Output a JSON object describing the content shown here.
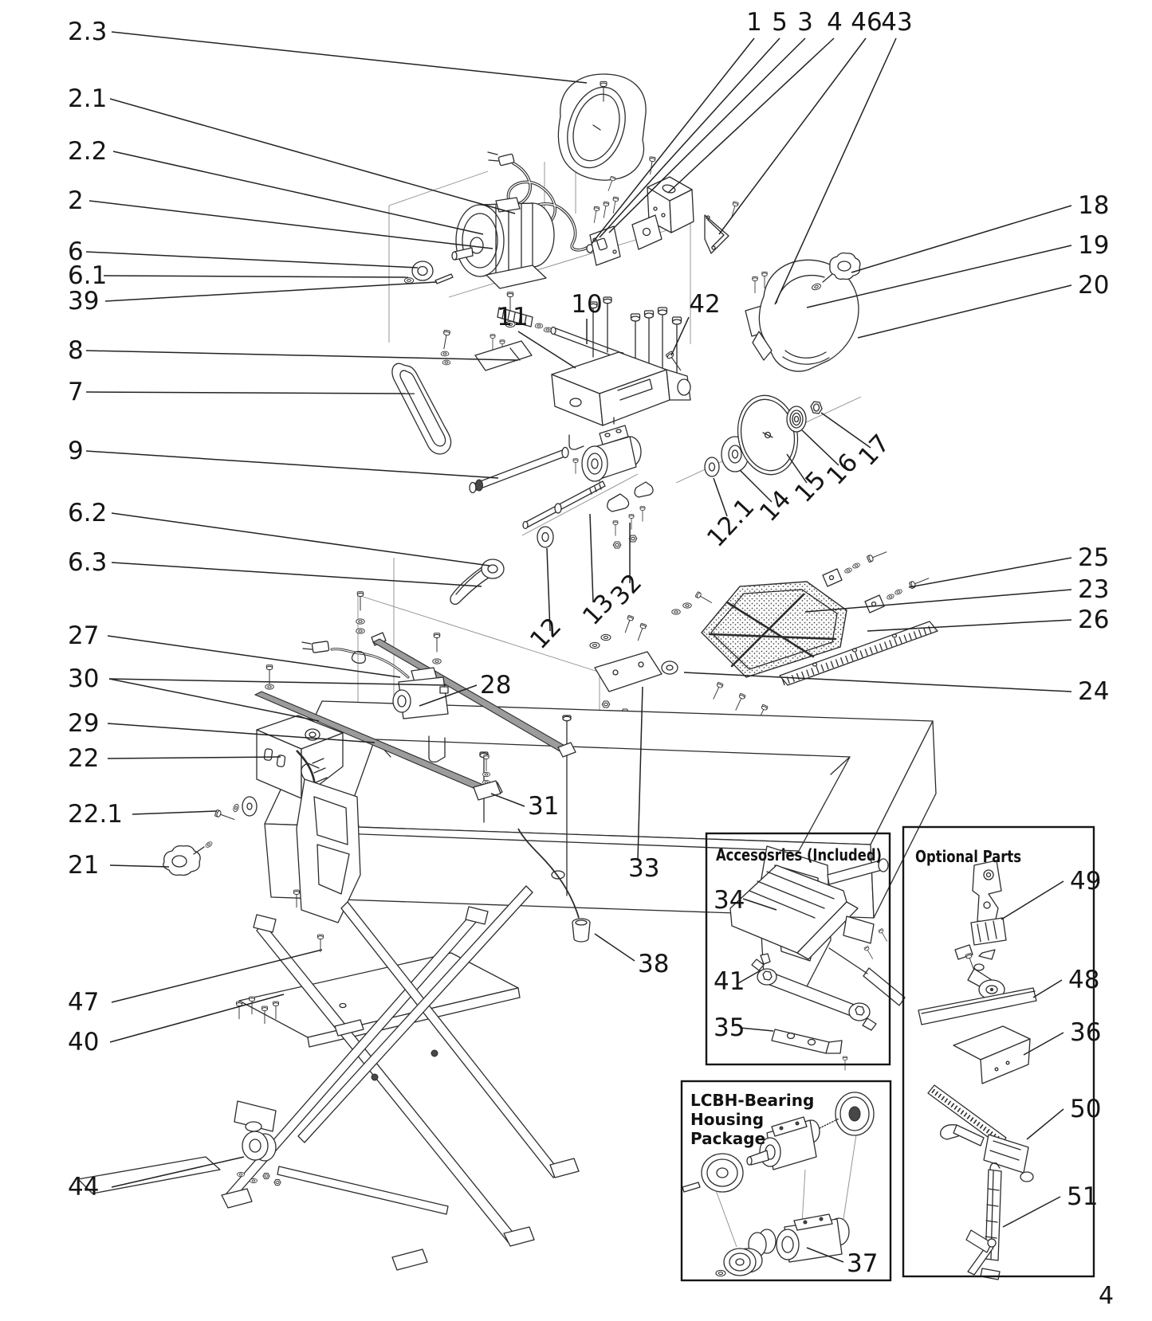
{
  "page": {
    "page_number": "4",
    "boxes": {
      "accessories": {
        "title": "Accesosries (Included)"
      },
      "optional": {
        "title": "Optional Parts"
      },
      "lcbh": {
        "title_lines": [
          "LCBH-Bearing",
          "Housing",
          "Package"
        ]
      }
    },
    "callouts": [
      {
        "label": "2.3"
      },
      {
        "label": "2.1"
      },
      {
        "label": "2.2"
      },
      {
        "label": "2"
      },
      {
        "label": "6"
      },
      {
        "label": "6.1"
      },
      {
        "label": "39"
      },
      {
        "label": "8"
      },
      {
        "label": "7"
      },
      {
        "label": "9"
      },
      {
        "label": "6.2"
      },
      {
        "label": "6.3"
      },
      {
        "label": "27"
      },
      {
        "label": "30"
      },
      {
        "label": "29"
      },
      {
        "label": "22"
      },
      {
        "label": "22.1"
      },
      {
        "label": "21"
      },
      {
        "label": "47"
      },
      {
        "label": "40"
      },
      {
        "label": "44"
      },
      {
        "label": "1"
      },
      {
        "label": "5"
      },
      {
        "label": "3"
      },
      {
        "label": "4"
      },
      {
        "label": "46"
      },
      {
        "label": "43"
      },
      {
        "label": "18"
      },
      {
        "label": "19"
      },
      {
        "label": "20"
      },
      {
        "label": "10"
      },
      {
        "label": "11"
      },
      {
        "label": "42"
      },
      {
        "label": "12.1"
      },
      {
        "label": "14"
      },
      {
        "label": "15"
      },
      {
        "label": "16"
      },
      {
        "label": "17"
      },
      {
        "label": "12"
      },
      {
        "label": "13"
      },
      {
        "label": "32"
      },
      {
        "label": "25"
      },
      {
        "label": "23"
      },
      {
        "label": "26"
      },
      {
        "label": "24"
      },
      {
        "label": "28"
      },
      {
        "label": "31"
      },
      {
        "label": "33"
      },
      {
        "label": "38"
      },
      {
        "label": "34"
      },
      {
        "label": "41"
      },
      {
        "label": "35"
      },
      {
        "label": "49"
      },
      {
        "label": "48"
      },
      {
        "label": "36"
      },
      {
        "label": "50"
      },
      {
        "label": "51"
      },
      {
        "label": "37"
      }
    ]
  }
}
